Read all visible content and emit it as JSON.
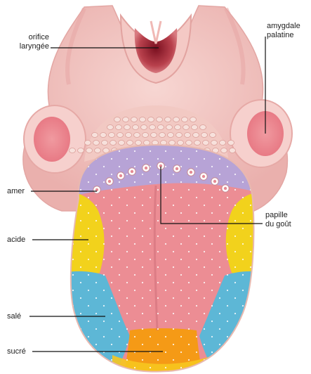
{
  "labels": {
    "orifice": "orifice\nlaryngée",
    "amygdale": "amygdale\npalatine",
    "amer": "amer",
    "papille": "papille\ndu goût",
    "acide": "acide",
    "sale": "salé",
    "sucre": "sucré"
  },
  "colors": {
    "bitter_zone": "#b7a3d6",
    "sour_zone": "#f2d21c",
    "salty_zone": "#5db7d6",
    "sweet_zone": "#f59a16",
    "tongue_body": "#ec8d94",
    "throat_tissue": "#f2c2c0",
    "leader_line": "#111111"
  }
}
